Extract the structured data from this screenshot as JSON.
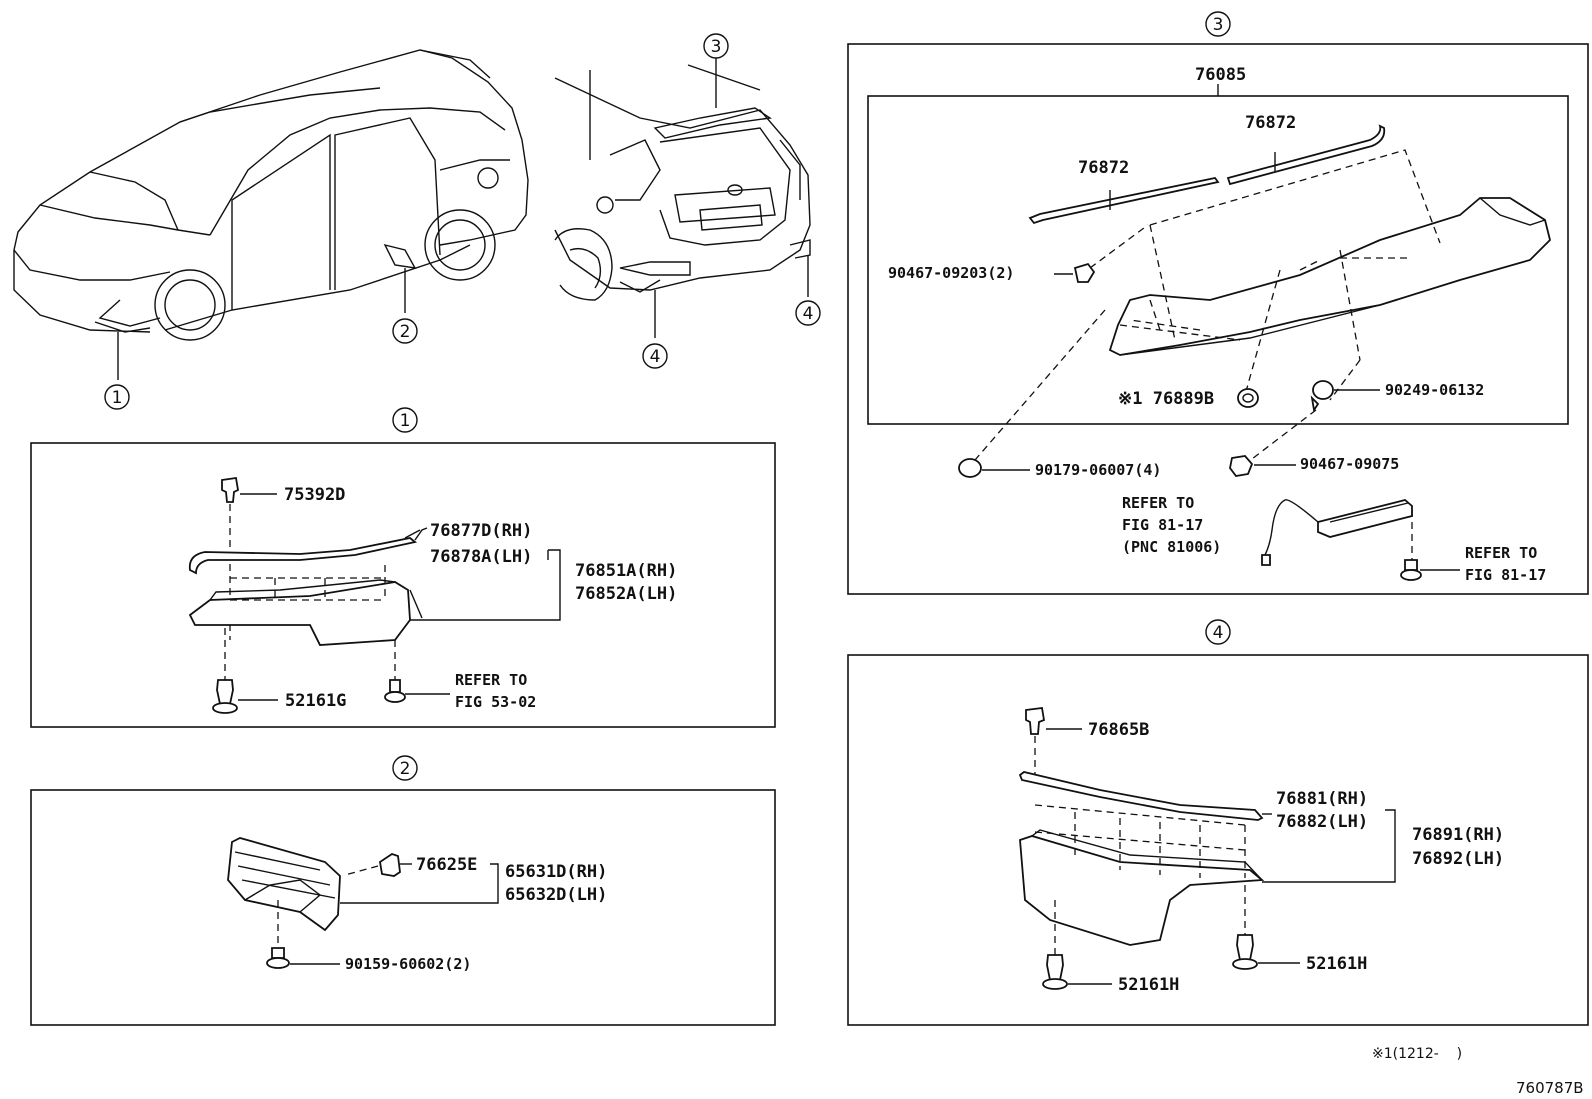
{
  "callouts": {
    "c1": "1",
    "c2": "2",
    "c3": "3",
    "c4": "4"
  },
  "sec1": {
    "p75392D": "75392D",
    "p76877D": "76877D(RH)",
    "p76878A": "76878A(LH)",
    "p76851A": "76851A(RH)",
    "p76852A": "76852A(LH)",
    "p52161G": "52161G",
    "refer1": "REFER TO",
    "refer2": "FIG 53-02"
  },
  "sec2": {
    "p76625E": "76625E",
    "p65631D": "65631D(RH)",
    "p65632D": "65632D(LH)",
    "p90159": "90159-60602(2)"
  },
  "sec3": {
    "p76085": "76085",
    "p76872a": "76872",
    "p76872b": "76872",
    "p90467a": "90467-09203(2)",
    "p76889B": "※1 76889B",
    "p90249": "90249-06132",
    "p90179": "90179-06007(4)",
    "p90467b": "90467-09075",
    "referA1": "REFER TO",
    "referA2": "FIG 81-17",
    "referA3": "(PNC 81006)",
    "referB1": "REFER TO",
    "referB2": "FIG 81-17"
  },
  "sec4": {
    "p76865B": "76865B",
    "p76881": "76881(RH)",
    "p76882": "76882(LH)",
    "p76891": "76891(RH)",
    "p76892": "76892(LH)",
    "p52161Ha": "52161H",
    "p52161Hb": "52161H"
  },
  "footer": {
    "note": "※1(1212-    )",
    "figure_id": "760787B"
  }
}
